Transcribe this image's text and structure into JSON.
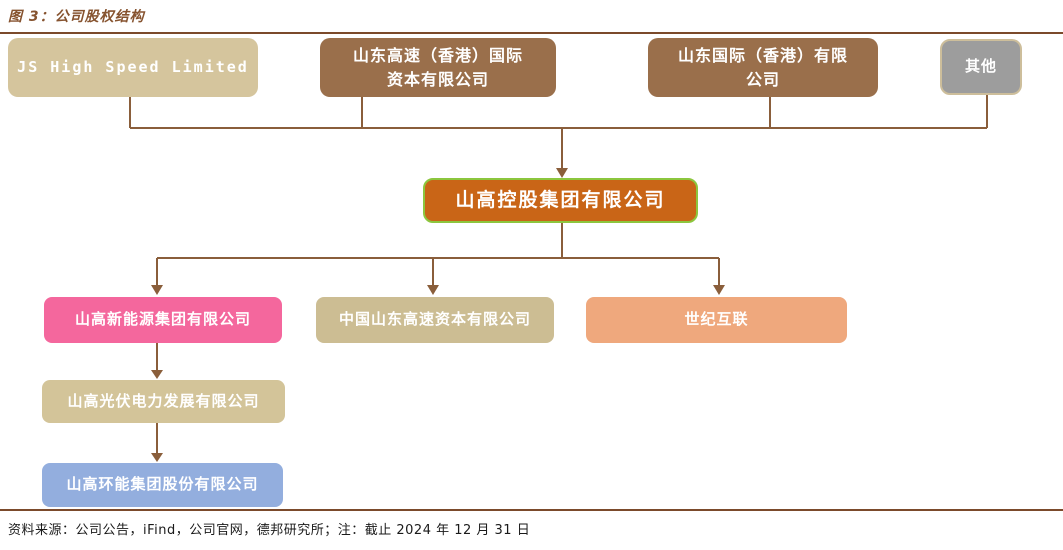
{
  "figure": {
    "title": "图 3：公司股权结构",
    "source_note": "资料来源：公司公告，iFind，公司官网，德邦研究所；注：截止 2024 年 12 月 31 日"
  },
  "chart_data": {
    "type": "org-chart",
    "nodes": {
      "js_high_speed": {
        "label": "JS High Speed Limited",
        "color": "#d5c59d"
      },
      "sdgs_hk_capital": {
        "label": "山东高速（香港）国际资本有限公司",
        "color": "#9a6f4b"
      },
      "sd_intl_hk": {
        "label": "山东国际（香港）有限公司",
        "color": "#9a6f4b"
      },
      "other": {
        "label": "其他",
        "color": "#9d9d9d"
      },
      "holding": {
        "label": "山高控股集团有限公司",
        "color": "#c96517"
      },
      "new_energy": {
        "label": "山高新能源集团有限公司",
        "color": "#f4679d"
      },
      "china_sdgs_cap": {
        "label": "中国山东高速资本有限公司",
        "color": "#ccbd93"
      },
      "vnet": {
        "label": "世纪互联",
        "color": "#efa87d"
      },
      "pv_power": {
        "label": "山高光伏电力发展有限公司",
        "color": "#d3c499"
      },
      "huanneng": {
        "label": "山高环能集团股份有限公司",
        "color": "#93aede"
      }
    },
    "edges": [
      {
        "from": "js_high_speed",
        "to": "holding"
      },
      {
        "from": "sdgs_hk_capital",
        "to": "holding"
      },
      {
        "from": "sd_intl_hk",
        "to": "holding"
      },
      {
        "from": "other",
        "to": "holding"
      },
      {
        "from": "holding",
        "to": "new_energy"
      },
      {
        "from": "holding",
        "to": "china_sdgs_cap"
      },
      {
        "from": "holding",
        "to": "vnet"
      },
      {
        "from": "new_energy",
        "to": "pv_power"
      },
      {
        "from": "pv_power",
        "to": "huanneng"
      }
    ],
    "colors": {
      "title_text": "#86532f",
      "divider": "#7b4a2b",
      "connector": "#8a5e3b",
      "holding_border": "#8cc63e",
      "other_border": "#cdbe9b",
      "node_text": "#ffffff",
      "source_text": "#1a1a1a"
    }
  }
}
